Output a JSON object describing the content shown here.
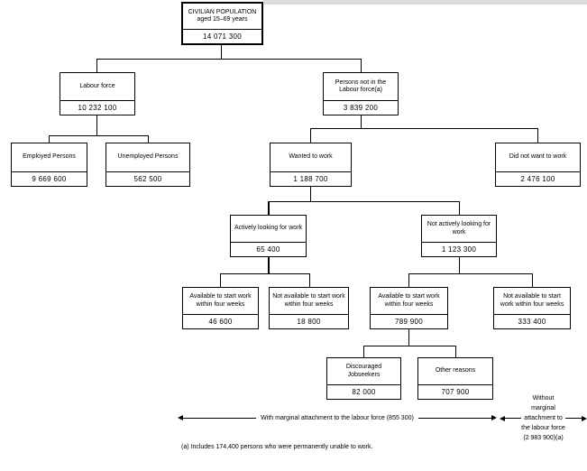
{
  "diagram_title": "Civilian population labour force status flowchart",
  "nodes": {
    "civilian": {
      "label": "CIVILIAN POPULATION aged 15–69 years",
      "value": "14 071 300"
    },
    "labour_force": {
      "label": "Labour force",
      "value": "10 232 100"
    },
    "persons_not_in_labour_force": {
      "label": "Persons not in the Labour force(a)",
      "value": "3 839 200"
    },
    "employed_persons": {
      "label": "Employed Persons",
      "value": "9 669 600"
    },
    "unemployed_persons": {
      "label": "Unemployed Persons",
      "value": "562 500"
    },
    "wanted_to_work": {
      "label": "Wanted to work",
      "value": "1 188 700"
    },
    "did_not_want_to_work": {
      "label": "Did not want to work",
      "value": "2 476 100"
    },
    "actively_looking": {
      "label": "Actively looking for work",
      "value": "65 400"
    },
    "not_actively_looking": {
      "label": "Not actively looking for work",
      "value": "1 123 300"
    },
    "available_actively": {
      "label": "Available to start work within four weeks",
      "value": "46 600"
    },
    "not_available_actively": {
      "label": "Not available to start work within four weeks",
      "value": "18 800"
    },
    "available_not_actively": {
      "label": "Available to start work within four weeks",
      "value": "789 900"
    },
    "not_available_not_actively": {
      "label": "Not available to start work within four weeks",
      "value": "333 400"
    },
    "discouraged_jobseekers": {
      "label": "Discouraged Jobseekers",
      "value": "82 000"
    },
    "other_reasons": {
      "label": "Other reasons",
      "value": "707 900"
    }
  },
  "annotations": {
    "with_marginal": "With marginal attachment to the labour force (855 300)",
    "without_marginal": {
      "line1": "Without",
      "line2": "marginal",
      "line3": "attachment to",
      "line4": "the labour force",
      "line5": "(2 983 900)(a)"
    },
    "footnote": "(a) Includes 174,400 persons who were permanently unable to work."
  }
}
